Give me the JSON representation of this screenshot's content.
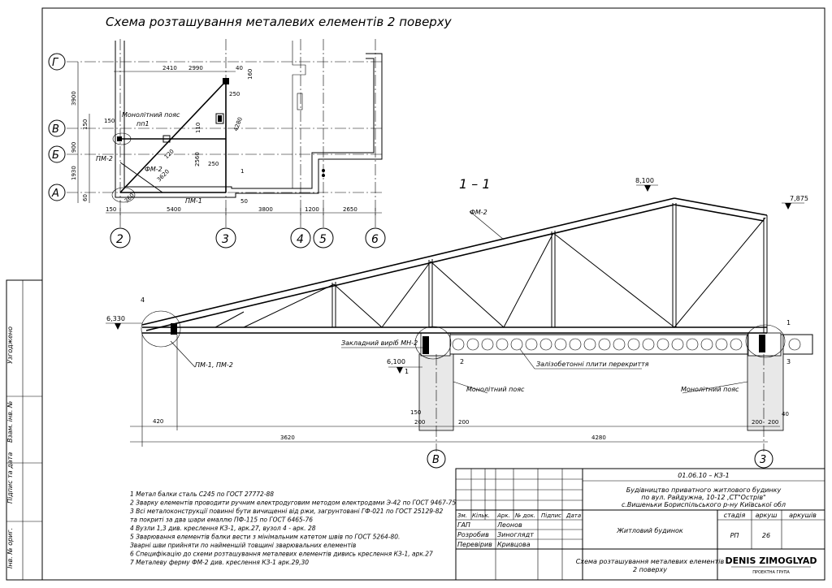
{
  "title": "Схема розташування металевих елементів 2 поверху",
  "section_label": "1 – 1",
  "plan": {
    "axes_rows": [
      "Г",
      "В",
      "Б",
      "А"
    ],
    "axes_cols": [
      "2",
      "3",
      "4",
      "5",
      "6"
    ],
    "dims_top": [
      "2410",
      "2990",
      "40",
      "160"
    ],
    "dims_bottom": [
      "150",
      "5400",
      "3800",
      "1200",
      "2650"
    ],
    "dims_left": [
      "3900",
      "150",
      "900",
      "1930",
      "60"
    ],
    "dims_misc": [
      "110",
      "250",
      "4280",
      "150",
      "2560",
      "250",
      "1",
      "50",
      "360",
      "120"
    ],
    "labels": {
      "mono_belt": "Монолітний пояс",
      "pp1": "пп1",
      "pm2": "ПМ-2",
      "fm2": "ФМ-2",
      "pm1": "ПМ-1",
      "d3620": "3620"
    }
  },
  "section": {
    "levels": [
      "8,100",
      "7,875",
      "6,330",
      "6,100"
    ],
    "labels": {
      "fm2": "ФМ-2",
      "embedded": "Закладний виріб МН-2",
      "slabs": "Залізобетонні плити перекриття",
      "mono1": "Монолітний пояс",
      "mono2": "Монолітний пояс",
      "pm": "ПМ-1, ПМ-2"
    },
    "callouts": [
      "4",
      "1",
      "2",
      "1",
      "3"
    ],
    "dims": [
      "420",
      "150",
      "200",
      "200",
      "3620",
      "4280",
      "200",
      "200",
      "40"
    ],
    "axis_b": "В",
    "axis_3": "3"
  },
  "notes": [
    "1  Метал балки сталь С245 по ГОСТ 27772-88",
    "2  Зварку елементів проводити ручним електродуговим методом електродами Э-42 по ГОСТ 9467-75",
    "3  Всі металоконструкції повинні бути вичищенні від ржи, загрунтовані ГФ-021 по ГОСТ 25129-82",
    "    та покриті за два шари емаллю ПФ-115 по ГОСТ 6465-76",
    "4  Вузли 1,3 див. креслення КЗ-1, арк.27, вузол 4 - арк. 28",
    "5  Зварювання елементів балки вести з мінімальним катетом швів по ГОСТ 5264-80.",
    "    Зварні шви прийняти по найменшій товщині зварювальних елементів",
    "6  Специфікацію до схеми розташування металевих елементів дивись креслення КЗ-1, арк.27",
    "7  Металеву ферму ФМ-2 див. креслення КЗ-1 арк.29,30"
  ],
  "stamp": {
    "code": "01.06.10 – КЗ-1",
    "project_line1": "Будівництво приватного житлового будинку",
    "project_line2": "по вул. Райдужна, 10-12 ,СТ\"Острів\"",
    "project_line3": "с.Вишеньки Бориспільського р-ну Київської обл",
    "object": "Житловий будинок",
    "sheet_title_line1": "Схема розташування металевих елементів",
    "sheet_title_line2": "2 поверху",
    "head_cols": [
      "Зм.",
      "Кільк.",
      "Арк.",
      "№ док.",
      "Підпис",
      "Дата"
    ],
    "roles": [
      {
        "role": "ГАП",
        "name": "Леонов"
      },
      {
        "role": "Розробив",
        "name": "Зиноглядт"
      },
      {
        "role": "Перевірив",
        "name": "Кривцова"
      }
    ],
    "stage_label": "стадія",
    "sheet_label": "аркуш",
    "sheets_label": "аркушів",
    "stage": "РП",
    "sheet": "26",
    "company": "DENIS ZIMOGLYAD",
    "company_sub": "ПРОЕКТНА ГРУПА"
  },
  "side_stamp": {
    "agreed": "Узгоджено",
    "inv_repl": "Взам. інв. №",
    "sign_date": "Підпис та дата",
    "inv_orig": "Інв. № ориг."
  }
}
